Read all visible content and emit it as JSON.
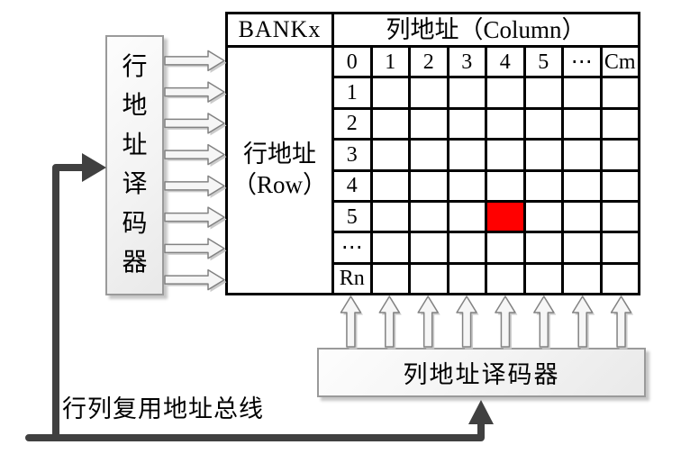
{
  "diagram": {
    "bank_table": {
      "bank_label": "BANKx",
      "column_header": "列地址（Column）",
      "row_header_line1": "行地址",
      "row_header_line2": "（Row）",
      "column_labels": [
        "0",
        "1",
        "2",
        "3",
        "4",
        "5",
        "⋯",
        "Cm"
      ],
      "row_labels": [
        "1",
        "2",
        "3",
        "4",
        "5",
        "⋯",
        "Rn"
      ],
      "grid_size": {
        "rows": 8,
        "cols": 8
      },
      "highlight_cell": {
        "row_index": 5,
        "col_index": 4,
        "row_label": "5",
        "column_label": "4",
        "color": "#ff0000"
      }
    },
    "row_decoder": {
      "label": "行地址译码器",
      "label_chars": [
        "行",
        "地",
        "址",
        "译",
        "码",
        "器"
      ],
      "arrow_count": 8
    },
    "column_decoder": {
      "label": "列地址译码器",
      "arrow_count": 8
    },
    "bus_label": "行列复用地址总线",
    "colors": {
      "grid_line": "#000000",
      "highlight": "#ff0000",
      "bus": "#404040",
      "arrow_fill": "#f6f6f6",
      "arrow_stroke": "#828282",
      "arrow_shadow": "#cbcbcb",
      "box_border": "#9a9a9a"
    }
  }
}
